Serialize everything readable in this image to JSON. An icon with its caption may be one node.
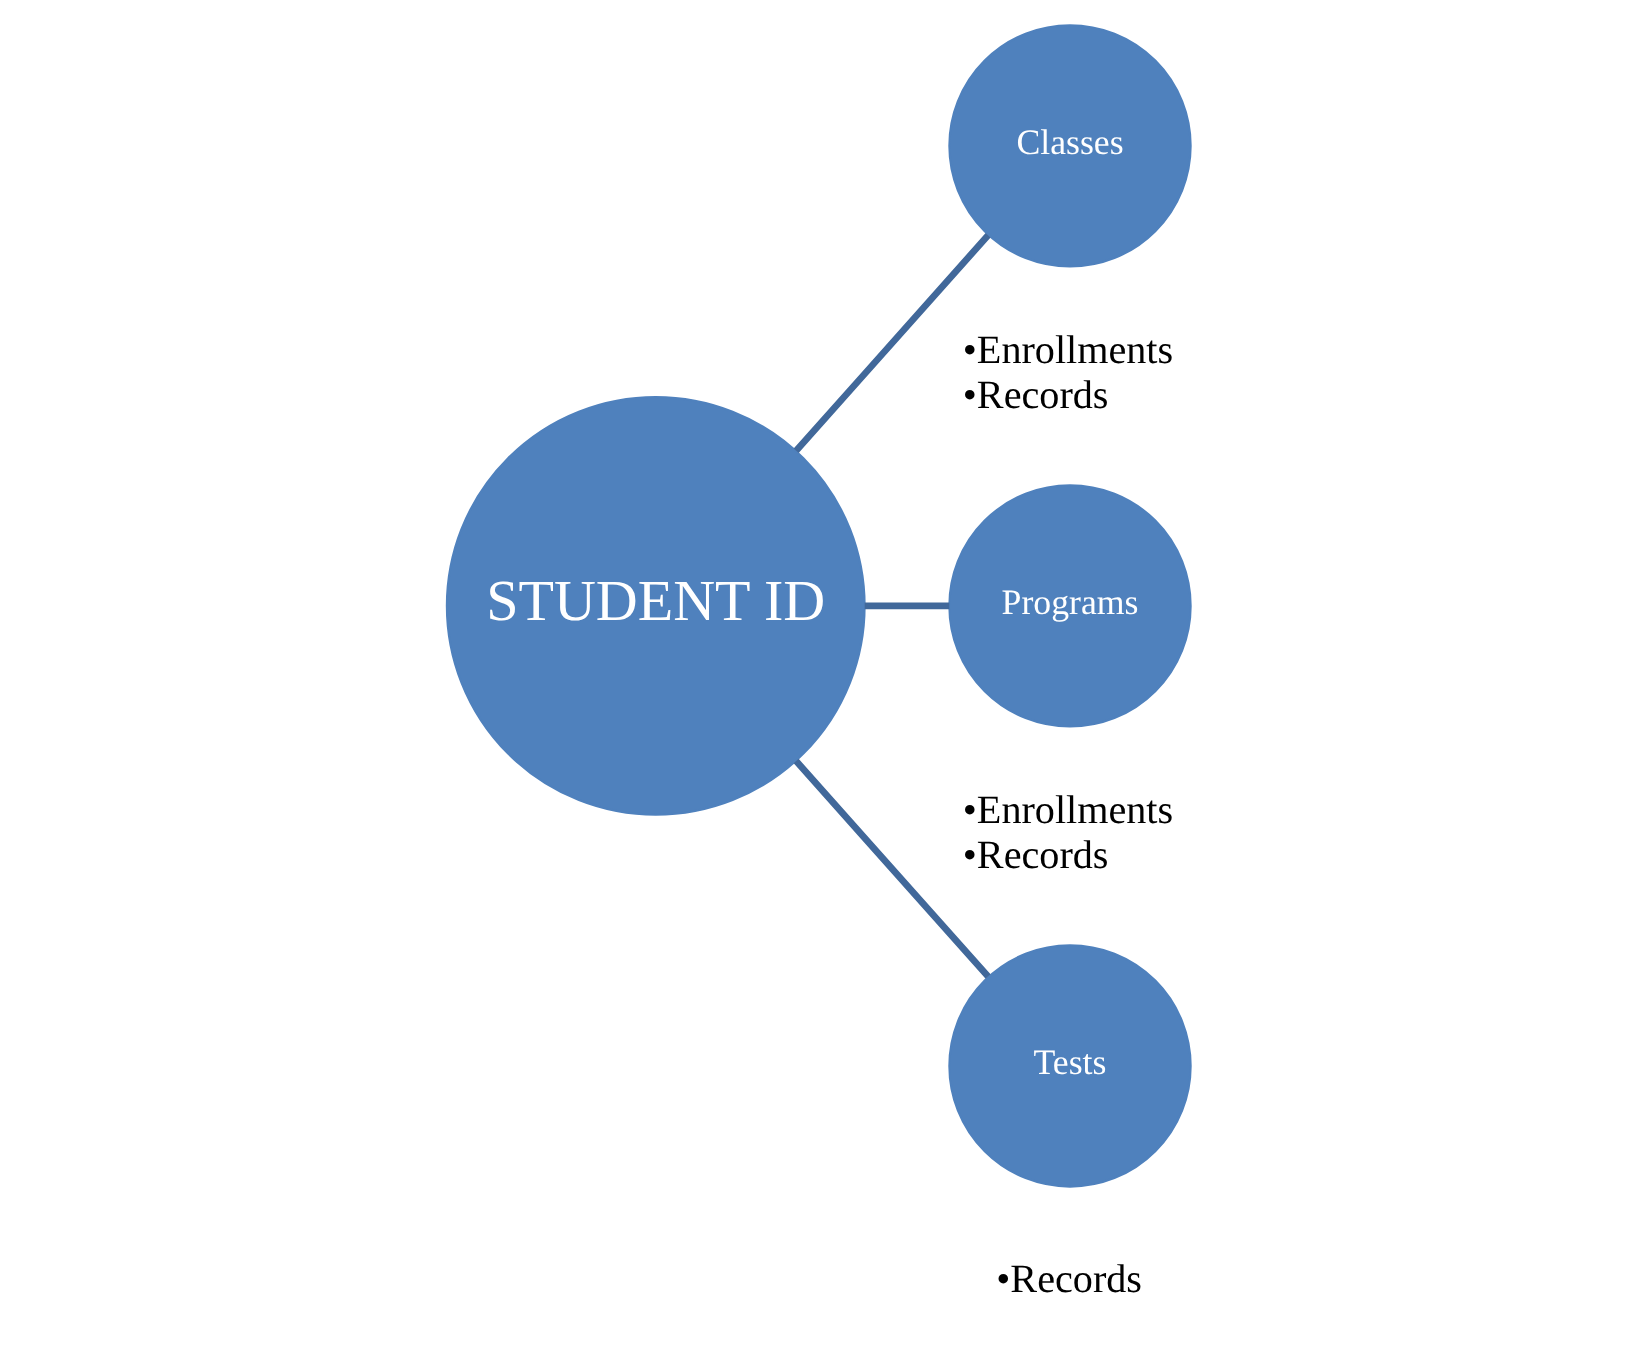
{
  "diagram": {
    "nodes": [
      {
        "text": [
          "STUDENT ID"
        ]
      },
      {
        "text": [
          "Classes"
        ],
        "beside": [
          "•Enrollments",
          "•Records"
        ]
      },
      {
        "text": [
          "Programs"
        ],
        "beside": [
          "•Enrollments",
          "•Records"
        ]
      },
      {
        "text": [
          "Tests"
        ],
        "beside": [
          "•Records"
        ]
      }
    ],
    "edges": [
      {
        "from": 0,
        "to": 1,
        "arrow": "none"
      },
      {
        "from": 0,
        "to": 2,
        "arrow": "none"
      },
      {
        "from": 0,
        "to": 3,
        "arrow": "none"
      }
    ]
  }
}
